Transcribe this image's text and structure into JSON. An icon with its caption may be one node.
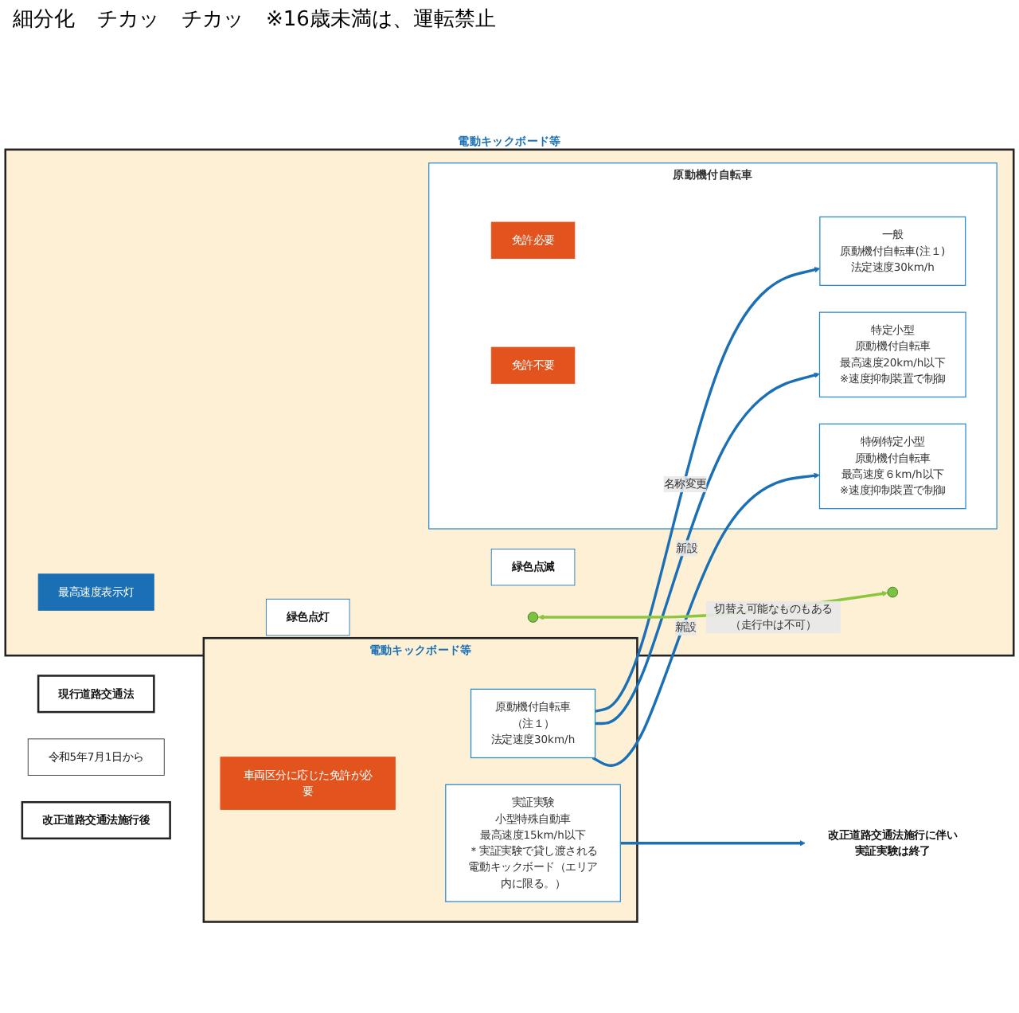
{
  "diagram": {
    "nodes": [
      {
        "text": [
          "現行道路交通法"
        ]
      },
      {
        "text": [
          "令和5年7月1日から"
        ]
      },
      {
        "text": [
          "改正道路交通法施行後"
        ]
      },
      {
        "text": [
          "電動キックボード等"
        ]
      },
      {
        "text": [
          "車両区分に応じた免許が必要"
        ],
        "in": 3
      },
      {
        "text": [
          "原動機付自転車",
          "（注１）",
          "法定速度30km/h"
        ],
        "in": 3
      },
      {
        "text": [
          "実証実験",
          "小型特殊自動車",
          "最高速度15km/h以下",
          "＊実証実験で貸し渡される電動キックボード（エリア内に限る。）"
        ],
        "in": 3
      },
      {
        "text": [
          "改正道路交通法施行に伴い実証実験は終了"
        ]
      },
      {
        "text": [
          "電動キックボード等"
        ]
      },
      {
        "text": [
          "原動機付自転車"
        ],
        "in": 8
      },
      {
        "text": [
          "免許必要"
        ],
        "in": 9
      },
      {
        "text": [
          "一般",
          "原動機付自転車(注１)",
          "法定速度30km/h"
        ],
        "in": 9
      },
      {
        "text": [
          "免許不要"
        ],
        "in": 9
      },
      {
        "text": [
          "特定小型",
          "原動機付自転車",
          "最高速度20km/h以下",
          "※速度抑制装置で制御"
        ],
        "in": 9
      },
      {
        "text": [
          "特例特定小型",
          "原動機付自転車",
          "最高速度６km/h以下",
          "※速度抑制装置で制御"
        ],
        "in": 9
      },
      {
        "text": [
          "最高速度表示灯"
        ],
        "in": 8
      },
      {
        "text": [
          "緑色点灯"
        ],
        "in": 8
      },
      {
        "text": [
          "緑色点滅"
        ],
        "in": 8
      },
      {
        "text": [],
        "shape": "circle",
        "in": 8
      },
      {
        "text": [],
        "shape": "circle",
        "in": 8
      }
    ],
    "edges": [
      {
        "from": 5,
        "to": 11,
        "arrow": "to",
        "label": "名称変更"
      },
      {
        "from": 5,
        "to": 13,
        "arrow": "to",
        "label": "新設"
      },
      {
        "from": 5,
        "to": 14,
        "arrow": "to",
        "label": "新設"
      },
      {
        "from": 6,
        "to": 7,
        "arrow": "to"
      },
      {
        "from": 18,
        "to": 19,
        "arrow": "both",
        "label": "切替え可能なものもある（走行中は不可）",
        "color": "#8cc63f"
      }
    ],
    "labels": [
      "細分化",
      "チカッ",
      "チカッ",
      "※16歳未満は、運転禁止"
    ]
  }
}
